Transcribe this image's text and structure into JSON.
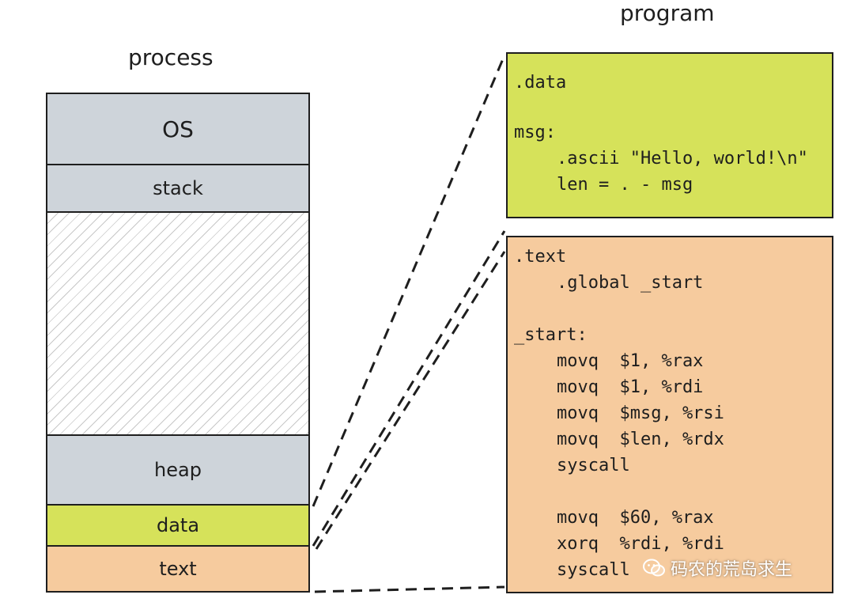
{
  "titles": {
    "process": "process",
    "program": "program"
  },
  "process": {
    "segments": {
      "os": "OS",
      "stack": "stack",
      "heap": "heap",
      "data": "data",
      "text": "text"
    }
  },
  "program": {
    "data_section": [
      ".data",
      "",
      "msg:",
      ".ascii \"Hello, world!\\n\"",
      "len = . - msg"
    ],
    "text_section": [
      ".text",
      ".global _start",
      "",
      "_start:",
      "movq  $1, %rax",
      "movq  $1, %rdi",
      "movq  $msg, %rsi",
      "movq  $len, %rdx",
      "syscall",
      "",
      "movq  $60, %rax",
      "xorq  %rdi, %rdi",
      "syscall"
    ]
  },
  "watermark": "码农的荒岛求生",
  "colors": {
    "segment_gray": "#ced4da",
    "data_green": "#d6e25a",
    "text_orange": "#f6cb9e",
    "stroke": "#1e1e1e"
  }
}
